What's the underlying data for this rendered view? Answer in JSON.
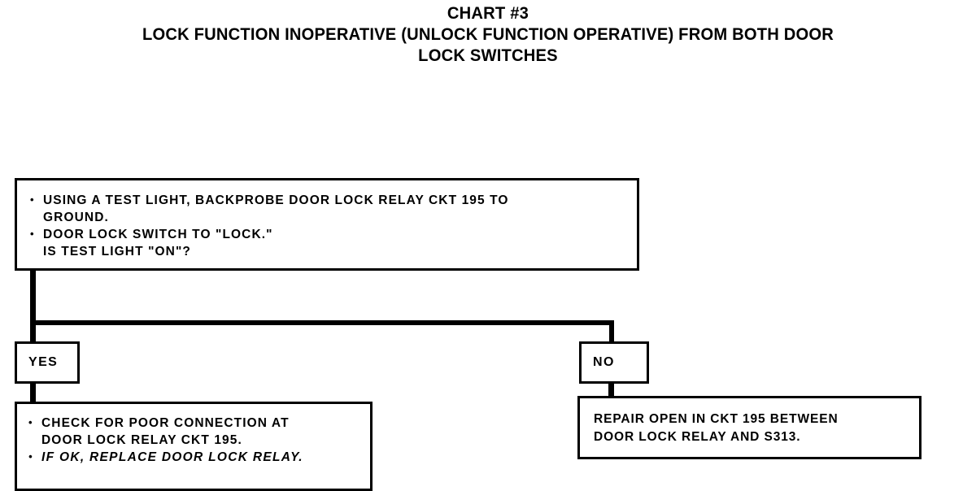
{
  "title": {
    "chart_number": "CHART #3",
    "line1": "LOCK FUNCTION INOPERATIVE (UNLOCK FUNCTION OPERATIVE) FROM BOTH DOOR",
    "line2": "LOCK SWITCHES"
  },
  "decision": {
    "bullets": [
      "USING A TEST LIGHT, BACKPROBE DOOR LOCK RELAY CKT 195 TO\nGROUND.",
      "DOOR LOCK SWITCH TO \"LOCK.\"\nIS TEST LIGHT \"ON\"?"
    ]
  },
  "branches": {
    "yes_label": "YES",
    "no_label": "NO"
  },
  "yes_result": {
    "bullets": [
      "CHECK FOR POOR CONNECTION AT\nDOOR LOCK RELAY CKT 195.",
      "IF OK, REPLACE DOOR LOCK RELAY."
    ]
  },
  "no_result": {
    "text": "REPAIR OPEN IN CKT 195 BETWEEN\nDOOR LOCK RELAY AND S313."
  },
  "colors": {
    "ink": "#000000",
    "paper": "#ffffff"
  }
}
